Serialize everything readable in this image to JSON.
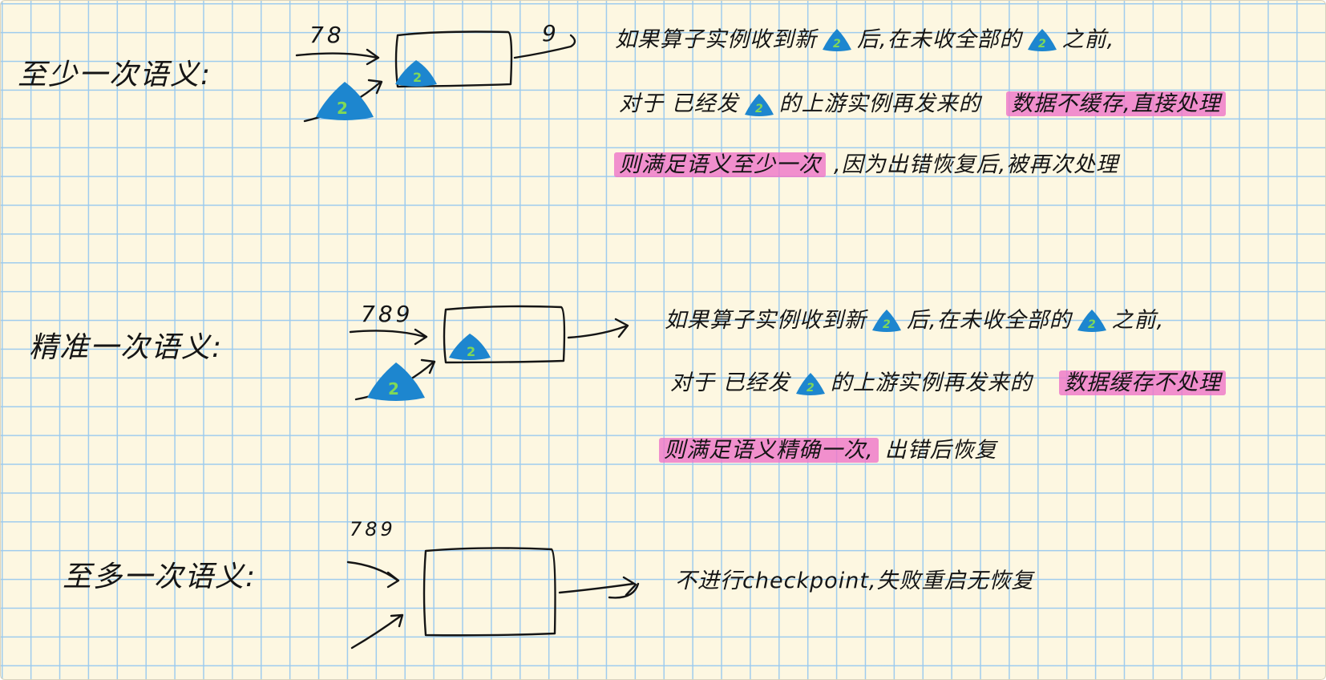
{
  "colors": {
    "paper": "#fdf7e1",
    "grid": "#9acaef",
    "ink": "#151515",
    "highlight": "#ee78c8",
    "marker": "#1d86cf",
    "marker_digit": "#7fd858"
  },
  "marker_label": "2",
  "sections": [
    {
      "title": "至少一次语义:",
      "input_numbers": "78",
      "output_numbers": "9",
      "note": {
        "line1": {
          "before": "如果算子实例收到新",
          "middle": "后,在未收全部的",
          "after": "之前,"
        },
        "line2": {
          "before": "对于 已经发",
          "after": "的上游实例再发来的",
          "highlight": "数据不缓存,直接处理"
        },
        "line3": {
          "highlight": "则满足语义至少一次",
          "after": ",因为出错恢复后,被再次处理"
        }
      }
    },
    {
      "title": "精准一次语义:",
      "input_numbers": "789",
      "note": {
        "line1": {
          "before": "如果算子实例收到新",
          "middle": "后,在未收全部的",
          "after": "之前,"
        },
        "line2": {
          "before": "对于 已经发",
          "after": "的上游实例再发来的",
          "highlight": "数据缓存不处理"
        },
        "line3": {
          "highlight": "则满足语义精确一次,",
          "after": "出错后恢复"
        }
      }
    },
    {
      "title": "至多一次语义:",
      "input_numbers": "789",
      "note": {
        "line1": {
          "text": "不进行checkpoint,失败重启无恢复"
        }
      }
    }
  ]
}
